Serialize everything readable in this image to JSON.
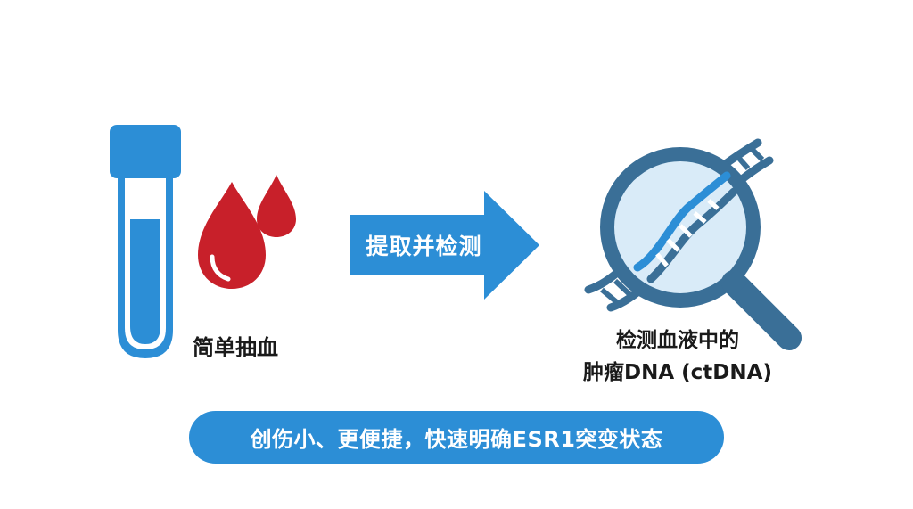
{
  "arrow": {
    "label": "提取并检测"
  },
  "left": {
    "label": "简单抽血"
  },
  "right": {
    "line1": "检测血液中的",
    "line2": "肿瘤DNA (ctDNA)"
  },
  "banner": {
    "text": "创伤小、更便捷，快速明确ESR1突变状态"
  },
  "icons": [
    "test-tube-icon",
    "blood-drops-icon",
    "arrow-right-icon",
    "dna-magnifier-icon"
  ],
  "colors": {
    "blue": "#2c8ed6",
    "red": "#c8202a",
    "dark_blue": "#3a6f97",
    "light_blue": "#d9ebf8"
  }
}
